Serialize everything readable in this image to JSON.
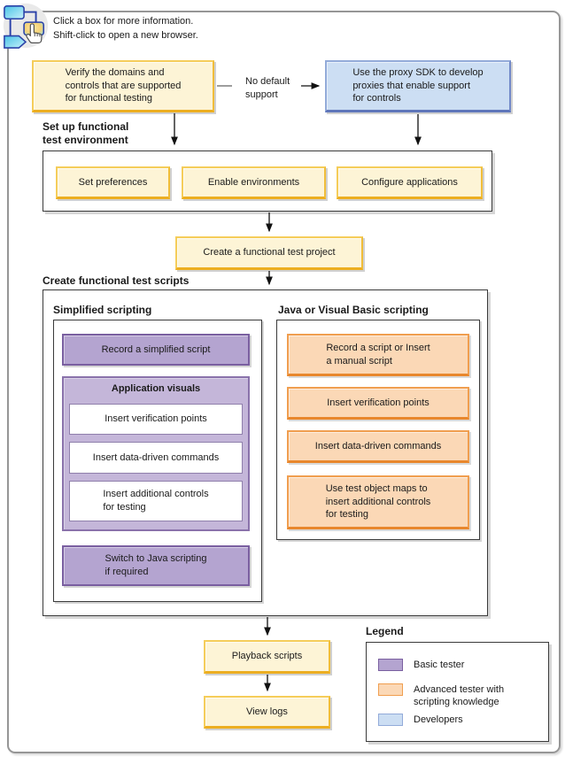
{
  "instructions": "Click a box for more information.\nShift-click to open a new browser.",
  "flow": {
    "verify_box": "Verify the domains and\ncontrols that are supported\nfor functional testing",
    "no_default_support": "No default\nsupport",
    "proxy_box": "Use the proxy SDK to develop\nproxies that enable support\nfor controls",
    "setup_heading": "Set up functional\ntest environment",
    "setup_steps": [
      "Set preferences",
      "Enable environments",
      "Configure applications"
    ],
    "create_project": "Create a functional test project",
    "scripts_heading": "Create functional test scripts",
    "simplified": {
      "heading": "Simplified scripting",
      "record": "Record a simplified script",
      "app_visuals_title": "Application visuals",
      "app_visuals_items": [
        "Insert verification points",
        "Insert data-driven commands",
        "Insert additional controls\nfor testing"
      ],
      "switch": "Switch to Java scripting\nif required"
    },
    "java": {
      "heading": "Java or Visual Basic scripting",
      "items": [
        "Record a script or Insert\na manual script",
        "Insert verification points",
        "Insert data-driven commands",
        "Use test object maps to\ninsert additional controls\nfor testing"
      ]
    },
    "playback": "Playback scripts",
    "view_logs": "View logs"
  },
  "legend": {
    "title": "Legend",
    "items": [
      {
        "label": "Basic tester",
        "color": "#b4a4d0"
      },
      {
        "label": "Advanced tester with\nscripting knowledge",
        "color": "#fbd8b6"
      },
      {
        "label": "Developers",
        "color": "#ccdef3"
      }
    ]
  },
  "colors": {
    "yellow_fill": "#fdf4d6",
    "yellow_border": "#ecae21",
    "blue_fill": "#ccdef3",
    "blue_border": "#5f76ba",
    "purple_fill": "#b4a4d0",
    "purple_border": "#7a5fa0",
    "orange_fill": "#fbd8b6",
    "orange_border": "#e8872d",
    "frame_border": "#969696"
  }
}
